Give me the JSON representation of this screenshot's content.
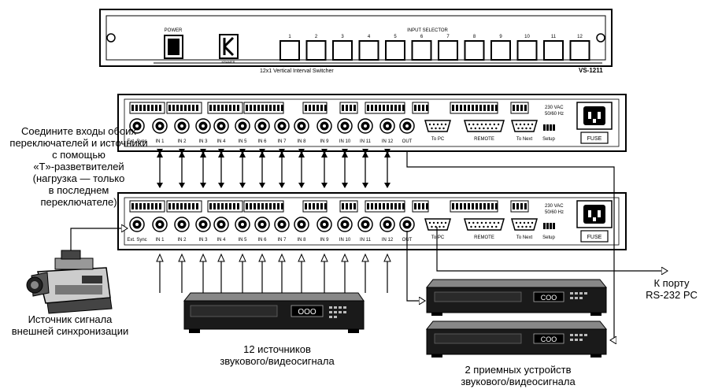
{
  "front_panel": {
    "power_label": "POWER",
    "logo_text": "K",
    "logo_sub": "KRAMER",
    "input_selector_label": "INPUT SELECTOR",
    "buttons": [
      "1",
      "2",
      "3",
      "4",
      "5",
      "6",
      "7",
      "8",
      "9",
      "10",
      "11",
      "12"
    ],
    "title": "12x1 Vertical Interval Switcher",
    "model": "VS-1211"
  },
  "rear_panel": {
    "bnc_labels": [
      "Ext. Sync",
      "IN 1",
      "IN 2",
      "IN 3",
      "IN 4",
      "IN 5",
      "IN 6",
      "IN 7",
      "IN 8",
      "IN 9",
      "IN 10",
      "IN 11",
      "IN 12",
      "OUT"
    ],
    "to_pc": "To PC",
    "remote": "REMOTE",
    "to_next": "To Next",
    "setup": "Setup",
    "power_rating_1": "230 VAC",
    "power_rating_2": "50/60 Hz",
    "fuse": "FUSE"
  },
  "annotations": {
    "connect_note": [
      "Соедините входы обоих",
      "переключателей и источники",
      "с помощью",
      "«T»-разветвителей",
      "(нагрузка — только",
      "в последнем",
      "переключателе)"
    ],
    "sync_source": [
      "Источник сигнала",
      "внешней синхронизации"
    ],
    "sources": [
      "12 источников",
      "звукового/видеосигнала"
    ],
    "receivers": [
      "2 приемных устройств",
      "звукового/видеосигнала"
    ],
    "rs232": [
      "К порту",
      "RS-232 PC"
    ],
    "vcr_display": "COO",
    "source_display": "OOO"
  }
}
